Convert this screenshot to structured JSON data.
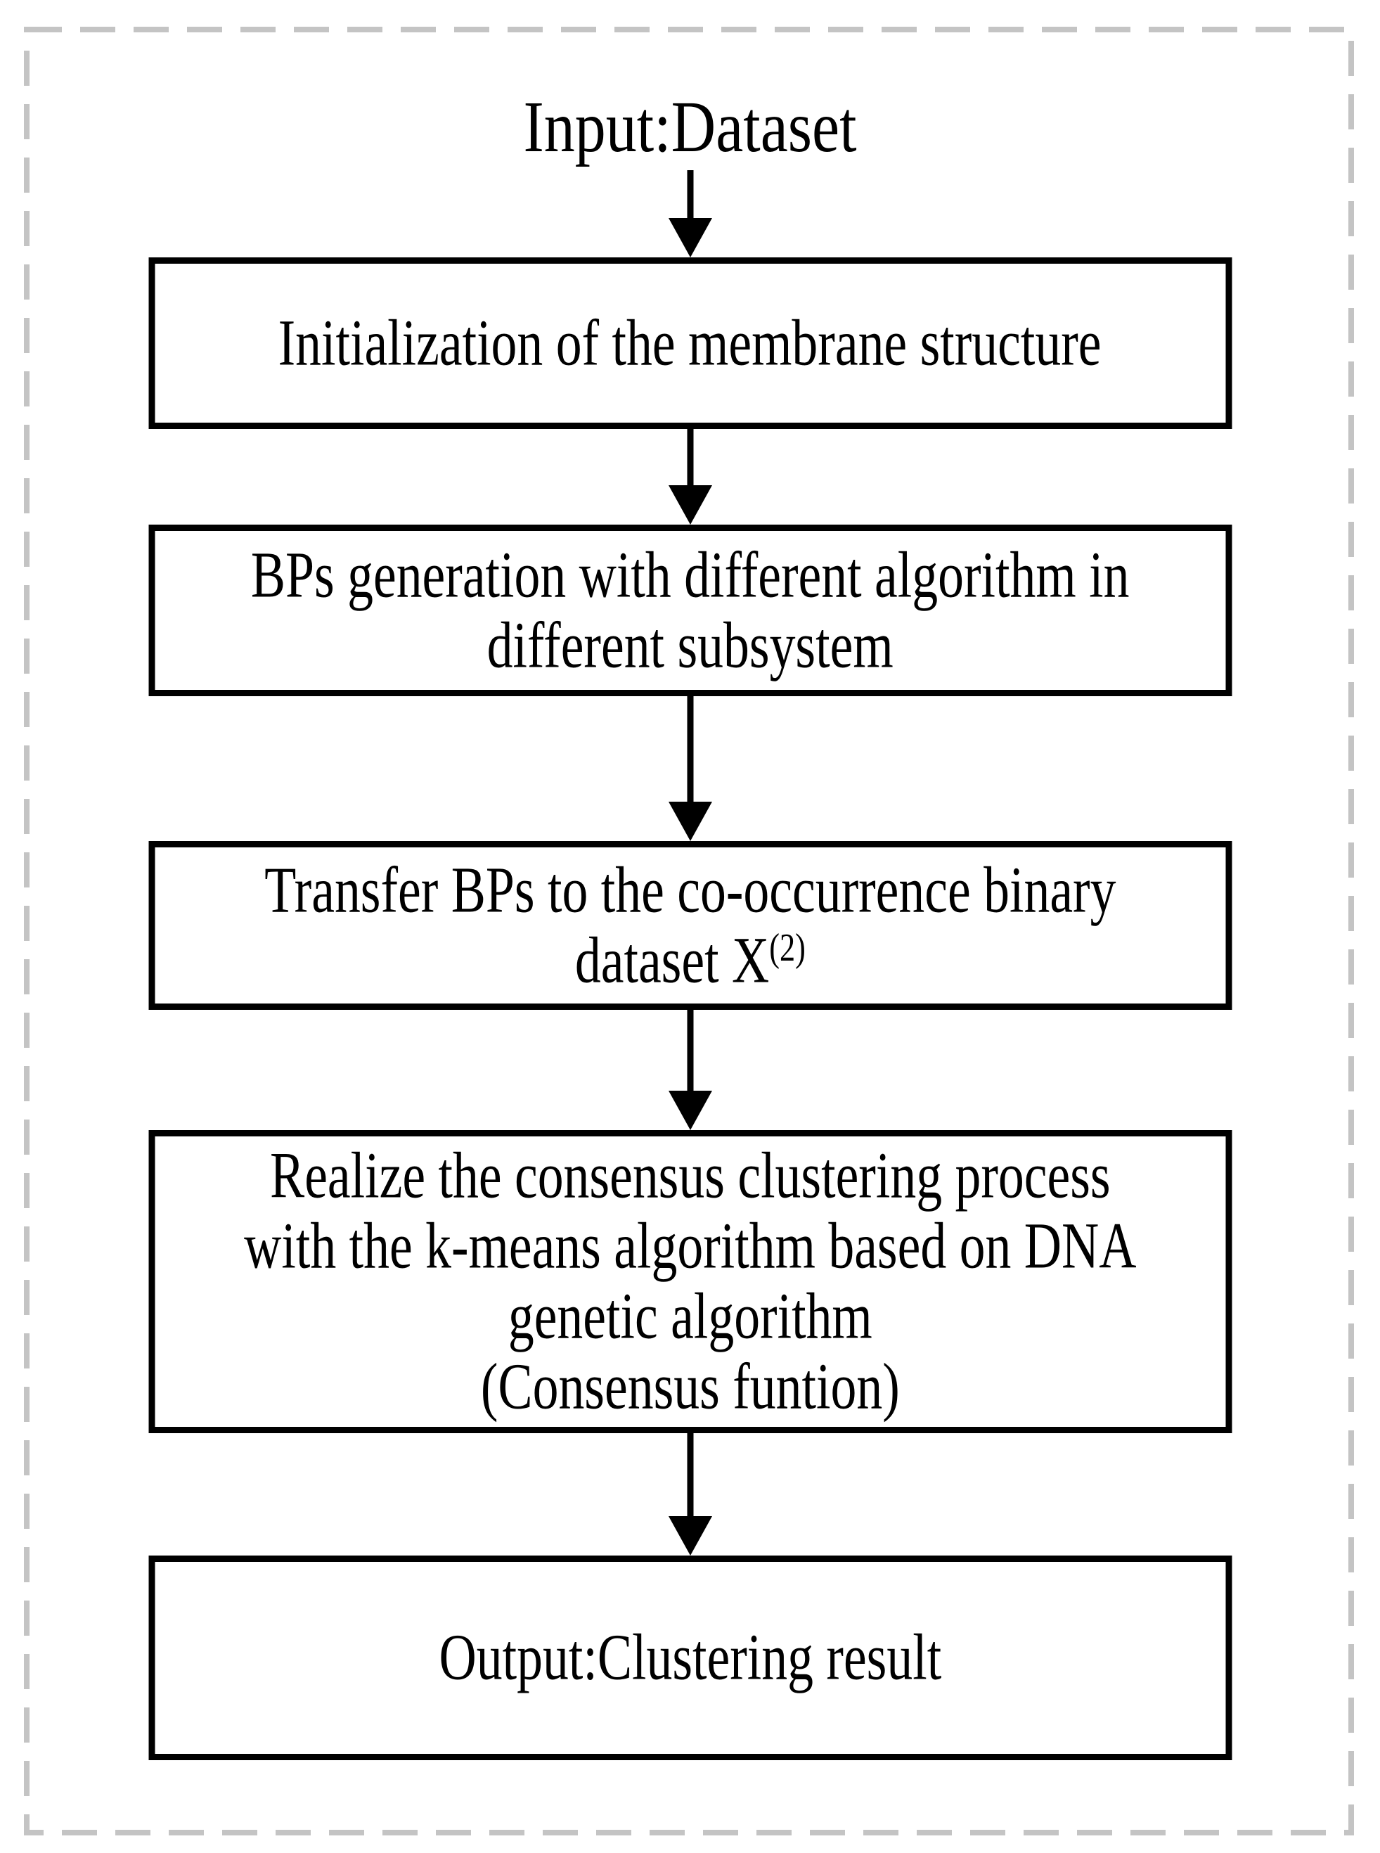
{
  "diagram": {
    "title": "Input:Dataset",
    "colors": {
      "frame": "#c4c4c4",
      "line": "#000000",
      "background": "#ffffff"
    },
    "nodes": [
      {
        "id": "initialization",
        "lines": [
          "Initialization of the membrane structure"
        ]
      },
      {
        "id": "bps-generation",
        "lines": [
          "BPs generation with different algorithm in",
          "different subsystem"
        ]
      },
      {
        "id": "transfer-bps",
        "lines": [
          "Transfer BPs to the co-occurrence binary"
        ],
        "line2_main": "dataset X",
        "line2_sup": "(2)"
      },
      {
        "id": "consensus-clustering",
        "lines": [
          "Realize the consensus clustering process",
          "with the k-means algorithm based on DNA",
          "genetic algorithm",
          "(Consensus funtion)"
        ]
      },
      {
        "id": "output",
        "lines": [
          "Output:Clustering result"
        ]
      }
    ]
  }
}
